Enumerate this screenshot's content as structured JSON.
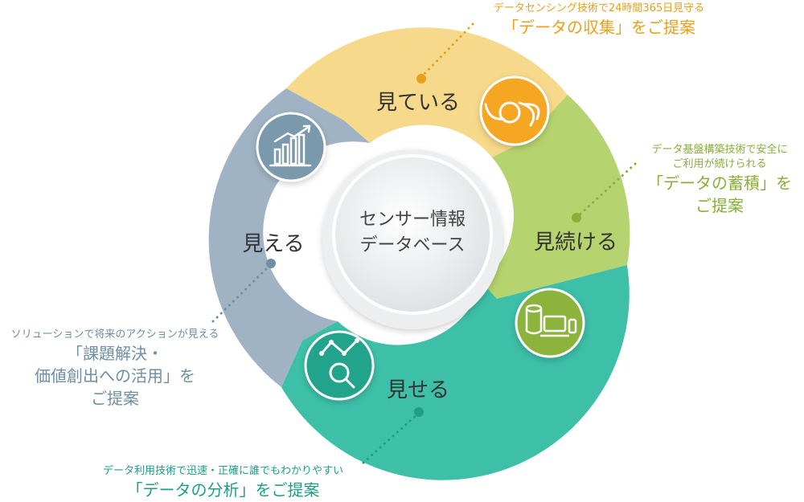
{
  "center": {
    "line1": "センサー情報",
    "line2": "データベース"
  },
  "segments": {
    "see": {
      "label": "見ている",
      "color": "#f7d98b",
      "icon": "sensor-eye-icon",
      "icon_color": "#f5a623"
    },
    "continue": {
      "label": "見続ける",
      "color": "#b5d36e",
      "icon": "devices-icon",
      "icon_color": "#8cb43c"
    },
    "show": {
      "label": "見せる",
      "color": "#3dbfa8",
      "icon": "analytics-magnifier-icon",
      "icon_color": "#22a38c"
    },
    "visible": {
      "label": "見える",
      "color": "#9fb3c4",
      "icon": "growth-chart-icon",
      "icon_color": "#7a99ad"
    }
  },
  "captions": {
    "collect": {
      "sub": "データセンシング技術で24時間365日見守る",
      "main": "「データの収集」をご提案",
      "color": "#e8a21a"
    },
    "store": {
      "sub1": "データ基盤構築技術で安全に",
      "sub2": "ご利用が続けられる",
      "main1": "「データの蓄積」を",
      "main2": "ご提案",
      "color": "#8aae3a"
    },
    "analyze": {
      "sub": "データ利用技術で迅速・正確に誰でもわかりやすい",
      "main": "「データの分析」をご提案",
      "color": "#1e9e86"
    },
    "solve": {
      "sub": "ソリューションで将来のアクションが見える",
      "main1": "「課題解決・",
      "main2": "価値創出への活用」を",
      "main3": "ご提案",
      "color": "#6f8fa3"
    }
  }
}
